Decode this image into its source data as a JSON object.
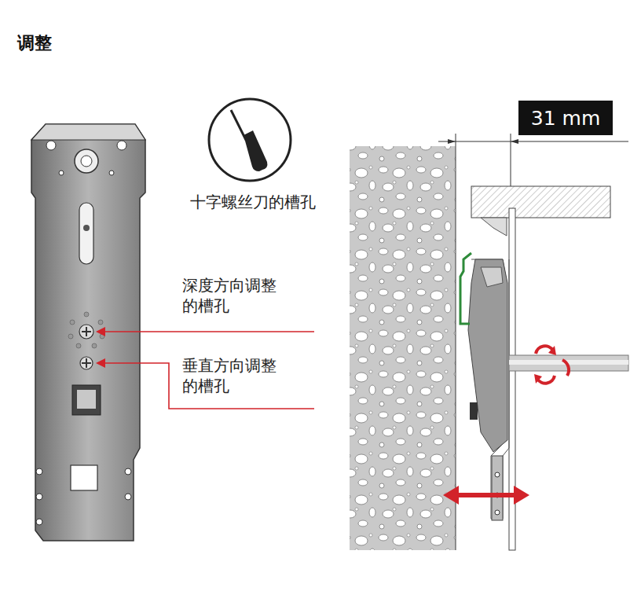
{
  "diagram": {
    "title": "调整",
    "nodes": [
      {
        "text": [
          "31 mm"
        ]
      }
    ],
    "labels": [
      "十字螺丝刀的槽孔",
      "深度方向调整 的槽孔",
      "垂直方向调整 的槽孔"
    ]
  }
}
